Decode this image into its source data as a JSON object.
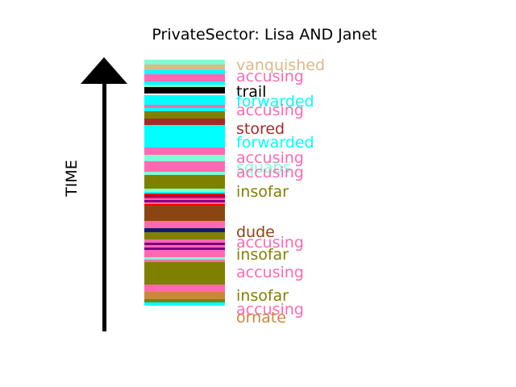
{
  "chart_data": {
    "type": "bar",
    "title": "PrivateSector: Lisa AND Janet",
    "ylabel": "TIME",
    "stripes": [
      [
        "#7fffd4",
        6
      ],
      [
        "#deb887",
        7
      ],
      [
        "#00ffff",
        5
      ],
      [
        "#ff69b4",
        9
      ],
      [
        "#00ffff",
        4
      ],
      [
        "#7fffd4",
        3
      ],
      [
        "#000000",
        8
      ],
      [
        "#ffffff",
        2
      ],
      [
        "#00ffff",
        12
      ],
      [
        "#ff69b4",
        4
      ],
      [
        "#00ffff",
        4
      ],
      [
        "#808000",
        9
      ],
      [
        "#a52a2a",
        8
      ],
      [
        "#00ffff",
        28
      ],
      [
        "#ff69b4",
        9
      ],
      [
        "#7fffd4",
        4
      ],
      [
        "#7fffd4",
        4
      ],
      [
        "#ff69b4",
        9
      ],
      [
        "#ff69b4",
        4
      ],
      [
        "#7fffd4",
        4
      ],
      [
        "#808000",
        17
      ],
      [
        "#7fffd4",
        4
      ],
      [
        "#00ffff",
        2
      ],
      [
        "#ff0000",
        2
      ],
      [
        "#800080",
        2
      ],
      [
        "#ff0000",
        2
      ],
      [
        "#ff69b4",
        2
      ],
      [
        "#800080",
        3
      ],
      [
        "#ff69b4",
        2
      ],
      [
        "#ff0000",
        2
      ],
      [
        "#8b4513",
        19
      ],
      [
        "#ff69b4",
        9
      ],
      [
        "#191970",
        5
      ],
      [
        "#808000",
        9
      ],
      [
        "#ff69b4",
        4
      ],
      [
        "#800080",
        3
      ],
      [
        "#ff69b4",
        3
      ],
      [
        "#800080",
        3
      ],
      [
        "#ff69b4",
        9
      ],
      [
        "#7fffd4",
        3
      ],
      [
        "#ff69b4",
        3
      ],
      [
        "#808000",
        28
      ],
      [
        "#ff69b4",
        9
      ],
      [
        "#cd853f",
        9
      ],
      [
        "#808000",
        4
      ],
      [
        "#00ffff",
        4
      ]
    ],
    "labels": [
      {
        "text": "vanquished",
        "color": "#deb887"
      },
      {
        "text": "accusing",
        "color": "#ff69b4"
      },
      {
        "text": "trail",
        "color": "#000000"
      },
      {
        "text": "forwarded",
        "color": "#00ffff"
      },
      {
        "text": "accusing",
        "color": "#ff69b4"
      },
      {
        "text": "stored",
        "color": "#a52a2a"
      },
      {
        "text": "forwarded",
        "color": "#00ffff"
      },
      {
        "text": "accusing",
        "color": "#ff69b4"
      },
      {
        "text": "squabs",
        "color": "#7fffd4"
      },
      {
        "text": "accusing",
        "color": "#ff69b4"
      },
      {
        "text": "insofar",
        "color": "#808000"
      },
      {
        "text": "dude",
        "color": "#8b4513"
      },
      {
        "text": "accusing",
        "color": "#ff69b4"
      },
      {
        "text": "insofar",
        "color": "#808000"
      },
      {
        "text": "accusing",
        "color": "#ff69b4"
      },
      {
        "text": "insofar",
        "color": "#808000"
      },
      {
        "text": "accusing",
        "color": "#ff69b4"
      },
      {
        "text": "ornate",
        "color": "#cd853f"
      }
    ]
  }
}
